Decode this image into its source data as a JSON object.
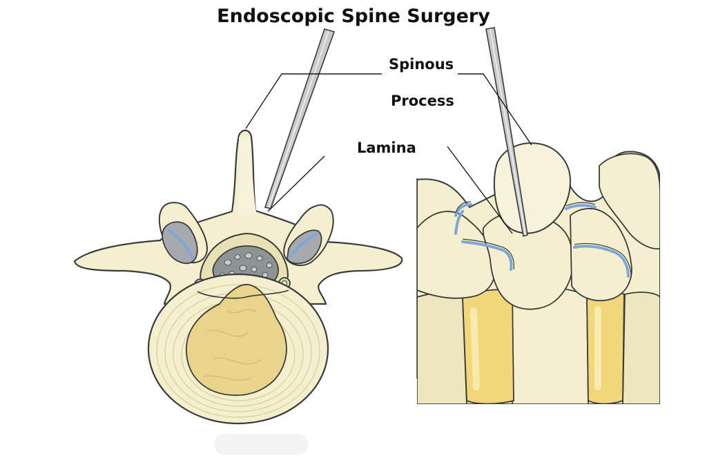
{
  "diagram": {
    "title": "Endoscopic Spine Surgery",
    "labels": {
      "spinous": "Spinous",
      "process": "Process",
      "lamina": "Lamina"
    }
  },
  "colors": {
    "bone": "#F4EFCF",
    "bone_dark": "#E9E1B4",
    "outline": "#3A3A3A",
    "nucleus": "#E8D48A",
    "cartilage_blue": "#7FA6D9",
    "disc_yellow": "#F2D77A",
    "needle": "#C8CBCC",
    "spinal_cord_gray": "#8E9496"
  }
}
